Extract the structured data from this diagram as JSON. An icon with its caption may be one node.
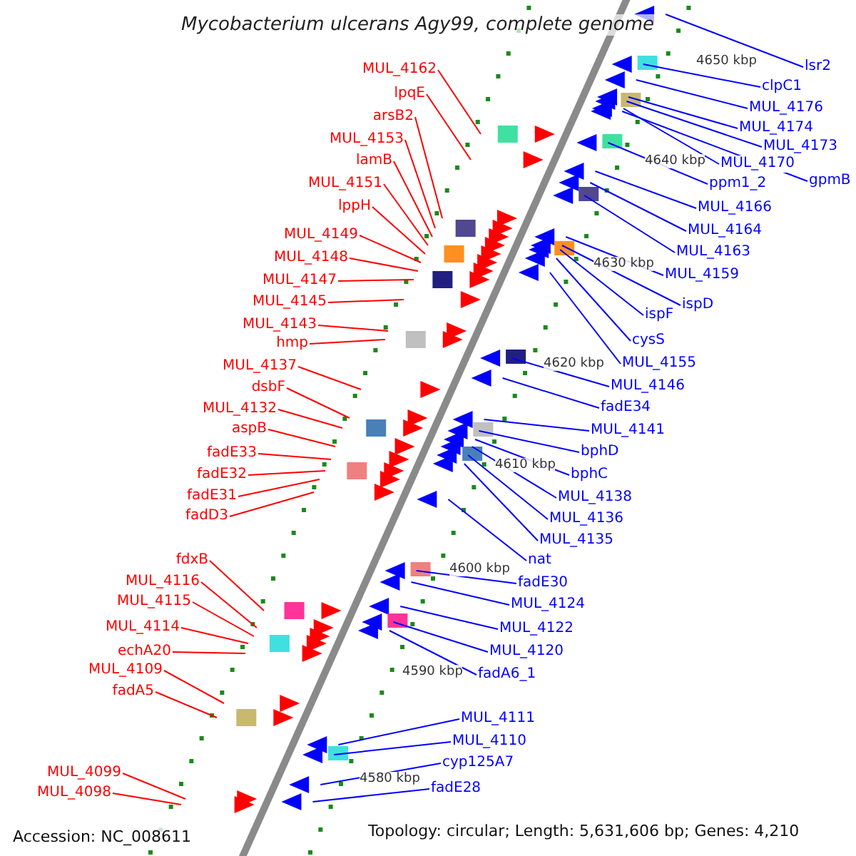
{
  "diagram": {
    "title": "Mycobacterium ulcerans Agy99, complete genome",
    "nodes": [
      {
        "text": [
          "MUL_4162"
        ]
      },
      {
        "text": [
          "lpqE"
        ]
      },
      {
        "text": [
          "arsB2"
        ]
      },
      {
        "text": [
          "MUL_4153"
        ]
      },
      {
        "text": [
          "lamB"
        ]
      },
      {
        "text": [
          "MUL_4151"
        ]
      },
      {
        "text": [
          "lppH"
        ]
      },
      {
        "text": [
          "MUL_4149"
        ]
      },
      {
        "text": [
          "MUL_4148"
        ]
      },
      {
        "text": [
          "MUL_4147"
        ]
      },
      {
        "text": [
          "MUL_4145"
        ]
      },
      {
        "text": [
          "MUL_4143"
        ]
      },
      {
        "text": [
          "hmp"
        ]
      },
      {
        "text": [
          "MUL_4137"
        ]
      },
      {
        "text": [
          "dsbF"
        ]
      },
      {
        "text": [
          "MUL_4132"
        ]
      },
      {
        "text": [
          "aspB"
        ]
      },
      {
        "text": [
          "fadE33"
        ]
      },
      {
        "text": [
          "fadE32"
        ]
      },
      {
        "text": [
          "fadE31"
        ]
      },
      {
        "text": [
          "fadD3"
        ]
      },
      {
        "text": [
          "fdxB"
        ]
      },
      {
        "text": [
          "MUL_4116"
        ]
      },
      {
        "text": [
          "MUL_4115"
        ]
      },
      {
        "text": [
          "MUL_4114"
        ]
      },
      {
        "text": [
          "echA20"
        ]
      },
      {
        "text": [
          "MUL_4109"
        ]
      },
      {
        "text": [
          "fadA5"
        ]
      },
      {
        "text": [
          "MUL_4099"
        ]
      },
      {
        "text": [
          "MUL_4098"
        ]
      },
      {
        "text": [
          "lsr2"
        ]
      },
      {
        "text": [
          "clpC1"
        ]
      },
      {
        "text": [
          "MUL_4176"
        ]
      },
      {
        "text": [
          "MUL_4174"
        ]
      },
      {
        "text": [
          "MUL_4173"
        ]
      },
      {
        "text": [
          "MUL_4170"
        ]
      },
      {
        "text": [
          "gpmB"
        ]
      },
      {
        "text": [
          "ppm1_2"
        ]
      },
      {
        "text": [
          "MUL_4166"
        ]
      },
      {
        "text": [
          "MUL_4164"
        ]
      },
      {
        "text": [
          "MUL_4163"
        ]
      },
      {
        "text": [
          "MUL_4159"
        ]
      },
      {
        "text": [
          "ispD"
        ]
      },
      {
        "text": [
          "ispF"
        ]
      },
      {
        "text": [
          "cysS"
        ]
      },
      {
        "text": [
          "MUL_4155"
        ]
      },
      {
        "text": [
          "MUL_4146"
        ]
      },
      {
        "text": [
          "fadE34"
        ]
      },
      {
        "text": [
          "MUL_4141"
        ]
      },
      {
        "text": [
          "bphD"
        ]
      },
      {
        "text": [
          "bphC"
        ]
      },
      {
        "text": [
          "MUL_4138"
        ]
      },
      {
        "text": [
          "MUL_4136"
        ]
      },
      {
        "text": [
          "MUL_4135"
        ]
      },
      {
        "text": [
          "nat"
        ]
      },
      {
        "text": [
          "fadE30"
        ]
      },
      {
        "text": [
          "MUL_4124"
        ]
      },
      {
        "text": [
          "MUL_4122"
        ]
      },
      {
        "text": [
          "MUL_4120"
        ]
      },
      {
        "text": [
          "fadA6_1"
        ]
      },
      {
        "text": [
          "MUL_4111"
        ]
      },
      {
        "text": [
          "MUL_4110"
        ]
      },
      {
        "text": [
          "cyp125A7"
        ]
      },
      {
        "text": [
          "fadE28"
        ]
      }
    ],
    "edges": [
      {
        "from": 0,
        "to": null,
        "arrow": "none",
        "color": "#ff0000"
      },
      {
        "from": 1,
        "to": null,
        "arrow": "none",
        "color": "#ff0000"
      },
      {
        "from": 2,
        "to": null,
        "arrow": "none",
        "color": "#ff0000"
      },
      {
        "from": 3,
        "to": null,
        "arrow": "none",
        "color": "#ff0000"
      },
      {
        "from": 4,
        "to": null,
        "arrow": "none",
        "color": "#ff0000"
      },
      {
        "from": 5,
        "to": null,
        "arrow": "none",
        "color": "#ff0000"
      },
      {
        "from": 6,
        "to": null,
        "arrow": "none",
        "color": "#ff0000"
      },
      {
        "from": 7,
        "to": null,
        "arrow": "none",
        "color": "#ff0000"
      },
      {
        "from": 8,
        "to": null,
        "arrow": "none",
        "color": "#ff0000"
      },
      {
        "from": 9,
        "to": null,
        "arrow": "none",
        "color": "#ff0000"
      },
      {
        "from": 10,
        "to": null,
        "arrow": "none",
        "color": "#ff0000"
      },
      {
        "from": 11,
        "to": null,
        "arrow": "none",
        "color": "#ff0000"
      },
      {
        "from": 12,
        "to": null,
        "arrow": "none",
        "color": "#ff0000"
      },
      {
        "from": 13,
        "to": null,
        "arrow": "none",
        "color": "#ff0000"
      },
      {
        "from": 14,
        "to": null,
        "arrow": "none",
        "color": "#ff0000"
      },
      {
        "from": 15,
        "to": null,
        "arrow": "none",
        "color": "#ff0000"
      },
      {
        "from": 16,
        "to": null,
        "arrow": "none",
        "color": "#ff0000"
      },
      {
        "from": 17,
        "to": null,
        "arrow": "none",
        "color": "#ff0000"
      },
      {
        "from": 18,
        "to": null,
        "arrow": "none",
        "color": "#ff0000"
      },
      {
        "from": 19,
        "to": null,
        "arrow": "none",
        "color": "#ff0000"
      },
      {
        "from": 20,
        "to": null,
        "arrow": "none",
        "color": "#ff0000"
      },
      {
        "from": 21,
        "to": null,
        "arrow": "none",
        "color": "#ff0000"
      },
      {
        "from": 22,
        "to": null,
        "arrow": "none",
        "color": "#ff0000"
      },
      {
        "from": 23,
        "to": null,
        "arrow": "none",
        "color": "#ff0000"
      },
      {
        "from": 24,
        "to": null,
        "arrow": "none",
        "color": "#ff0000"
      },
      {
        "from": 25,
        "to": null,
        "arrow": "none",
        "color": "#ff0000"
      },
      {
        "from": 26,
        "to": null,
        "arrow": "none",
        "color": "#ff0000"
      },
      {
        "from": 27,
        "to": null,
        "arrow": "none",
        "color": "#ff0000"
      },
      {
        "from": 28,
        "to": null,
        "arrow": "none",
        "color": "#ff0000"
      },
      {
        "from": 29,
        "to": null,
        "arrow": "none",
        "color": "#ff0000"
      },
      {
        "from": 30,
        "to": null,
        "arrow": "none"
      },
      {
        "from": 31,
        "to": null,
        "arrow": "none"
      },
      {
        "from": 32,
        "to": null,
        "arrow": "none"
      },
      {
        "from": 33,
        "to": null,
        "arrow": "none"
      },
      {
        "from": 34,
        "to": null,
        "arrow": "none"
      },
      {
        "from": 35,
        "to": null,
        "arrow": "none"
      },
      {
        "from": 36,
        "to": null,
        "arrow": "none"
      },
      {
        "from": 37,
        "to": null,
        "arrow": "none"
      },
      {
        "from": 38,
        "to": null,
        "arrow": "none"
      },
      {
        "from": 39,
        "to": null,
        "arrow": "none"
      },
      {
        "from": 40,
        "to": null,
        "arrow": "none"
      },
      {
        "from": 41,
        "to": null,
        "arrow": "none"
      },
      {
        "from": 42,
        "to": null,
        "arrow": "none"
      },
      {
        "from": 43,
        "to": null,
        "arrow": "none"
      },
      {
        "from": 44,
        "to": null,
        "arrow": "none"
      },
      {
        "from": 45,
        "to": null,
        "arrow": "none"
      },
      {
        "from": 46,
        "to": null,
        "arrow": "none"
      },
      {
        "from": 47,
        "to": null,
        "arrow": "none"
      },
      {
        "from": 48,
        "to": null,
        "arrow": "none"
      },
      {
        "from": 49,
        "to": null,
        "arrow": "none"
      },
      {
        "from": 50,
        "to": null,
        "arrow": "none"
      },
      {
        "from": 51,
        "to": null,
        "arrow": "none"
      },
      {
        "from": 52,
        "to": null,
        "arrow": "none"
      },
      {
        "from": 53,
        "to": null,
        "arrow": "none"
      },
      {
        "from": 54,
        "to": null,
        "arrow": "none"
      },
      {
        "from": 55,
        "to": null,
        "arrow": "none"
      },
      {
        "from": 56,
        "to": null,
        "arrow": "none"
      },
      {
        "from": 57,
        "to": null,
        "arrow": "none"
      },
      {
        "from": 58,
        "to": null,
        "arrow": "none"
      },
      {
        "from": 59,
        "to": null,
        "arrow": "none"
      },
      {
        "from": 60,
        "to": null,
        "arrow": "none"
      },
      {
        "from": 61,
        "to": null,
        "arrow": "none"
      },
      {
        "from": 62,
        "to": null,
        "arrow": "none"
      },
      {
        "from": 63,
        "to": null,
        "arrow": "none"
      }
    ],
    "labels": [
      "4650 kbp",
      "4640 kbp",
      "4630 kbp",
      "4620 kbp",
      "4610 kbp",
      "4600 kbp",
      "4590 kbp",
      "4580 kbp",
      "Accession: NC_008611",
      "Topology: circular; Length: 5,631,606 bp; Genes: 4,210"
    ]
  }
}
